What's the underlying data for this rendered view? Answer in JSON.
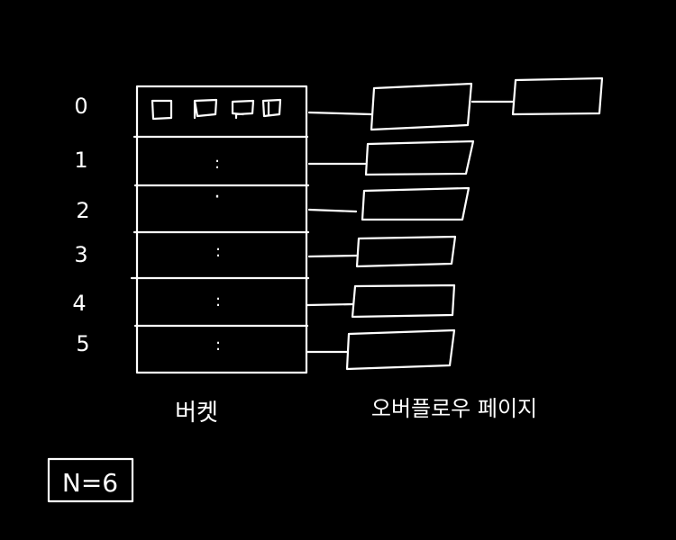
{
  "diagram": {
    "row_indices": [
      "0",
      "1",
      "2",
      "3",
      "4",
      "5"
    ],
    "bucket_label": "버켓",
    "overflow_label": "오버플로우 페이지",
    "n_label": "N=6",
    "row_content_marks": [
      "",
      ":",
      "·",
      ":",
      ":",
      ":"
    ],
    "colors": {
      "background": "#000000",
      "ink": "#ffffff"
    }
  }
}
